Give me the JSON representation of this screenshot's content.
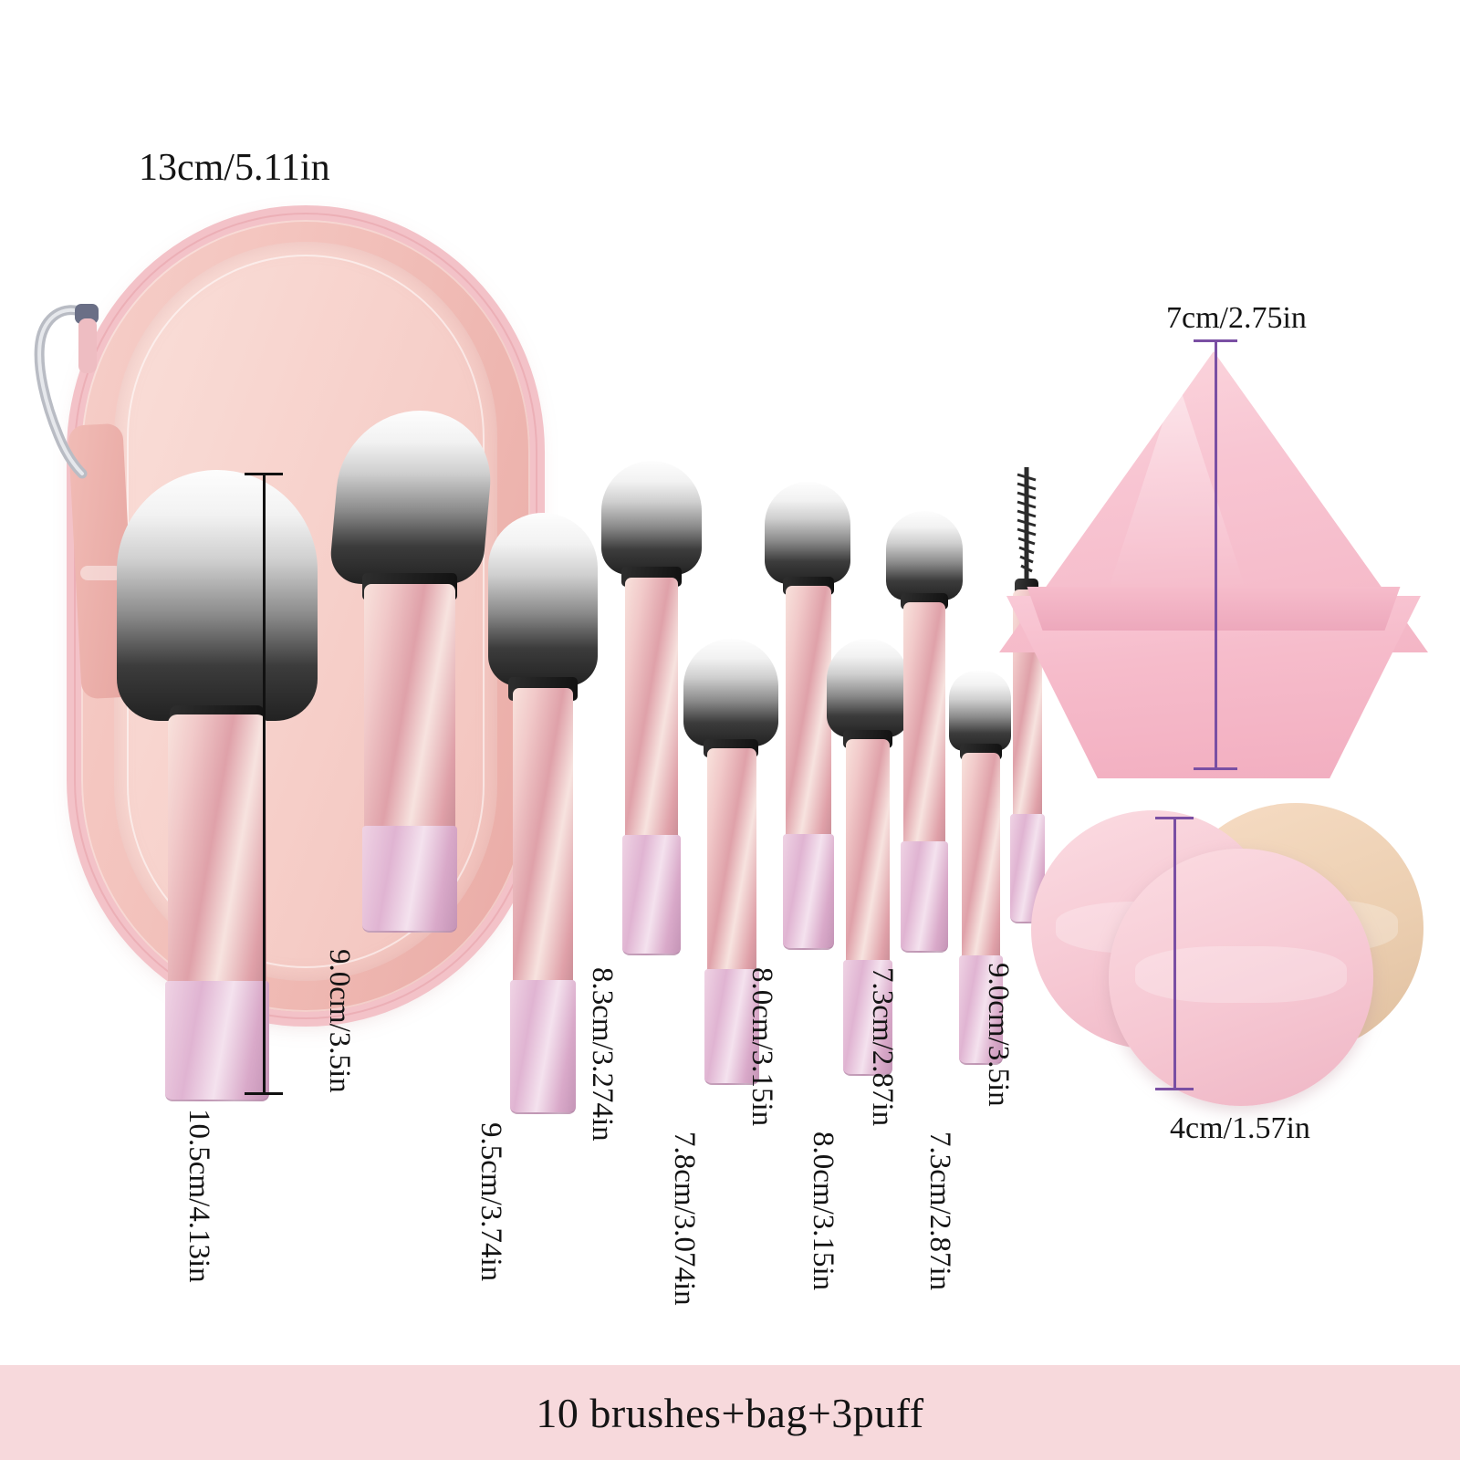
{
  "product": {
    "footer_text": "10 brushes+bag+3puff",
    "bag_label": "13cm/5.11in",
    "puff_triangle_label": "7cm/2.75in",
    "puff_round_label": "4cm/1.57in"
  },
  "colors": {
    "footer_bg": "#f7d9dc",
    "bag_pink": "#f2c2bc",
    "zipper_pink": "#f3c2c8",
    "puff_pink": "#f6c8d3",
    "puff_beige": "#eccfb1",
    "measure_black": "#111111",
    "measure_purple": "#7a4fa3",
    "text": "#141414"
  },
  "brushes": [
    {
      "id": 1,
      "label": "10.5cm/4.13in"
    },
    {
      "id": 2,
      "label": "9.0cm/3.5in"
    },
    {
      "id": 3,
      "label": "9.5cm/3.74in"
    },
    {
      "id": 4,
      "label": "8.3cm/3.274in"
    },
    {
      "id": 5,
      "label": "7.8cm/3.074in"
    },
    {
      "id": 6,
      "label": "8.0cm/3.15in"
    },
    {
      "id": 7,
      "label": "8.0cm/3.15in"
    },
    {
      "id": 8,
      "label": "7.3cm/2.87in"
    },
    {
      "id": 9,
      "label": "7.3cm/2.87in"
    },
    {
      "id": 10,
      "label": "9.0cm/3.5in"
    }
  ]
}
